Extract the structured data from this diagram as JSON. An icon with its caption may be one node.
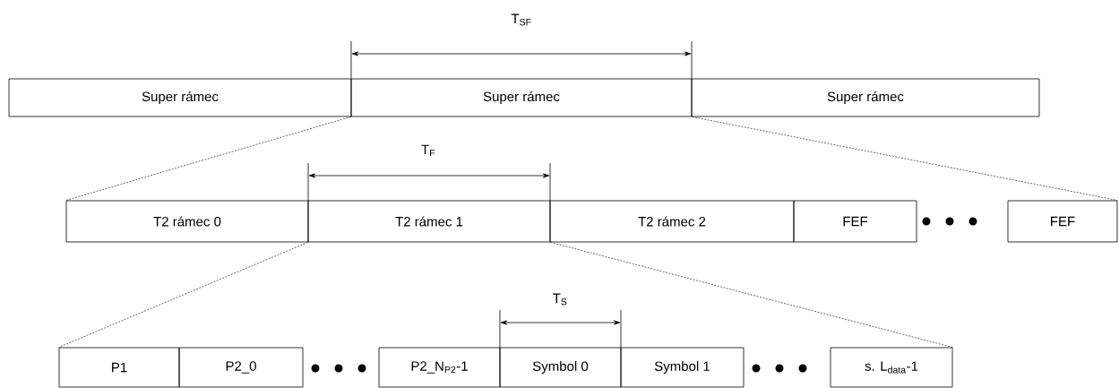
{
  "diagram": {
    "nodes": [
      {
        "text": [
          "Super rámec"
        ]
      },
      {
        "text": [
          "Super rámec"
        ]
      },
      {
        "text": [
          "Super rámec"
        ]
      },
      {
        "text": [
          "T2 rámec 0"
        ]
      },
      {
        "text": [
          "T2 rámec 1"
        ]
      },
      {
        "text": [
          "T2 rámec 2"
        ]
      },
      {
        "text": [
          "FEF"
        ]
      },
      {
        "text": [
          "FEF"
        ]
      },
      {
        "text": [
          "P1"
        ]
      },
      {
        "text": [
          "P2_0"
        ]
      },
      {
        "text": [
          "P2_N$_{P2}$-1"
        ]
      },
      {
        "text": [
          "Symbol 0"
        ]
      },
      {
        "text": [
          "Symbol 1"
        ]
      },
      {
        "text": [
          "s. L$_{data}$-1"
        ]
      }
    ],
    "edges": [
      {
        "from": 1,
        "to": 3,
        "arrow": "none",
        "style": "dashed"
      },
      {
        "from": 1,
        "to": 7,
        "arrow": "none",
        "style": "dashed"
      },
      {
        "from": 4,
        "to": 8,
        "arrow": "none",
        "style": "dashed"
      },
      {
        "from": 4,
        "to": 13,
        "arrow": "none",
        "style": "dashed"
      }
    ],
    "labels": [
      "T$_{SF}$",
      "T$_{F}$",
      "T$_{S}$"
    ]
  }
}
